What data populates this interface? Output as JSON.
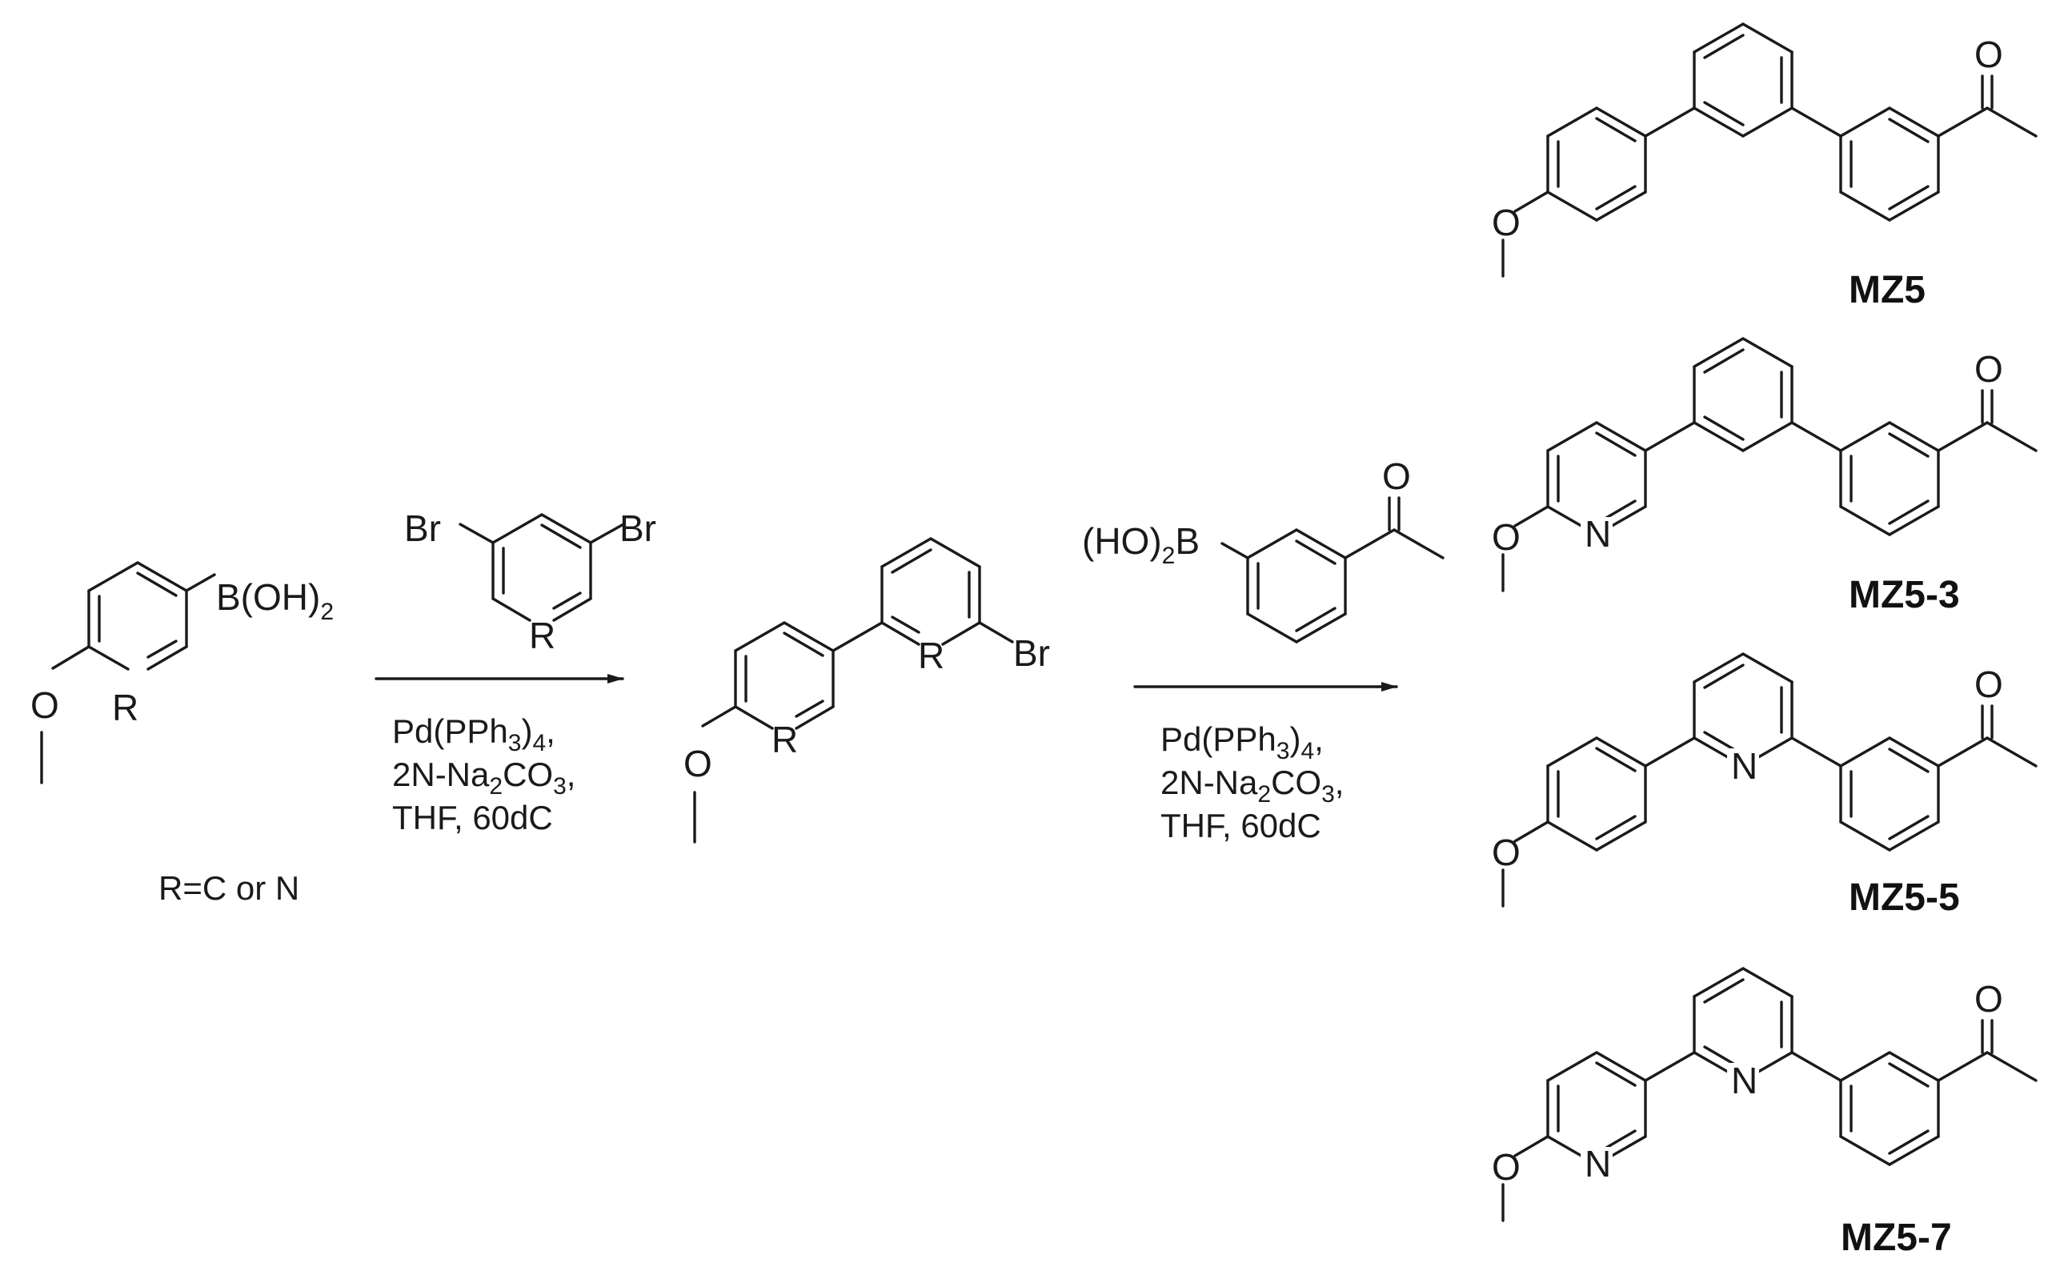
{
  "start": {
    "boronic_label": "B(OH)",
    "boronic_sub": "2",
    "r_label": "R",
    "o_label": "O",
    "note": "R=C or N"
  },
  "reagent1": {
    "br_left": "Br",
    "br_right": "Br",
    "r_label": "R"
  },
  "step1_conditions": {
    "line1_a": "Pd(PPh",
    "line1_sub1": "3",
    "line1_b": ")",
    "line1_sub2": "4",
    "line1_c": ",",
    "line2_a": "2N-Na",
    "line2_sub1": "2",
    "line2_b": "CO",
    "line2_sub2": "3",
    "line2_c": ",",
    "line3": "THF, 60dC"
  },
  "intermediate": {
    "r_ring1": "R",
    "r_ring2": "R",
    "br_label": "Br",
    "o_label": "O"
  },
  "reagent2": {
    "boronic_prefix": "(HO)",
    "boronic_sub": "2",
    "boronic_b": "B",
    "ketone_o": "O"
  },
  "step2_conditions": {
    "line1_a": "Pd(PPh",
    "line1_sub1": "3",
    "line1_b": ")",
    "line1_sub2": "4",
    "line1_c": ",",
    "line2_a": "2N-Na",
    "line2_sub1": "2",
    "line2_b": "CO",
    "line2_sub2": "3",
    "line2_c": ",",
    "line3": "THF, 60dC"
  },
  "products": [
    {
      "label": "MZ5",
      "ring1_atom": "",
      "ring2_atom": "",
      "o_methoxy": "O",
      "o_ketone": "O"
    },
    {
      "label": "MZ5-3",
      "ring1_atom": "N",
      "ring2_atom": "",
      "o_methoxy": "O",
      "o_ketone": "O"
    },
    {
      "label": "MZ5-5",
      "ring1_atom": "",
      "ring2_atom": "N",
      "o_methoxy": "O",
      "o_ketone": "O"
    },
    {
      "label": "MZ5-7",
      "ring1_atom": "N",
      "ring2_atom": "N",
      "o_methoxy": "O",
      "o_ketone": "O"
    }
  ],
  "colors": {
    "ink": "#1a1a1a",
    "background": "#ffffff"
  }
}
